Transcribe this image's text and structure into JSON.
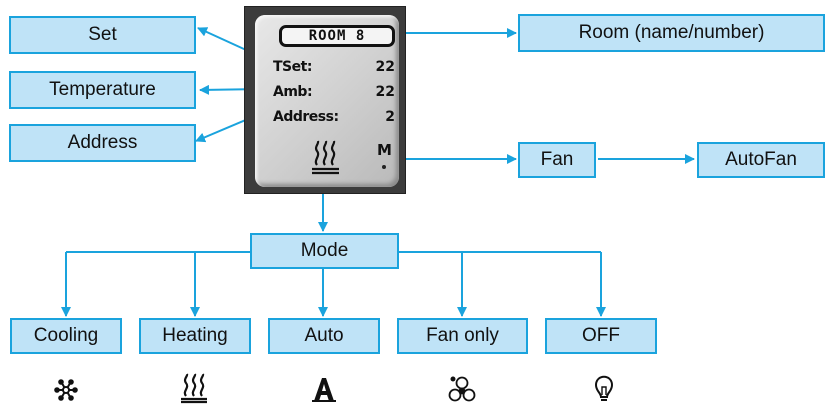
{
  "device": {
    "room_label": "ROOM 8",
    "rows": [
      {
        "key": "TSet:",
        "value": "22"
      },
      {
        "key": "Amb:",
        "value": "22"
      },
      {
        "key": "Address:",
        "value": "2"
      }
    ],
    "fan_indicator": "M",
    "mode_icon": "heating-icon"
  },
  "labels": {
    "set": "Set",
    "temperature": "Temperature",
    "address": "Address",
    "room": "Room (name/number)",
    "fan": "Fan",
    "autofan": "AutoFan",
    "mode": "Mode"
  },
  "modes": [
    {
      "label": "Cooling",
      "icon": "snowflake-icon"
    },
    {
      "label": "Heating",
      "icon": "heating-icon"
    },
    {
      "label": "Auto",
      "icon": "auto-icon"
    },
    {
      "label": "Fan only",
      "icon": "fan-icon"
    },
    {
      "label": "OFF",
      "icon": "bulb-icon"
    }
  ],
  "colors": {
    "box_fill": "#bfe3f7",
    "box_border": "#1aa3dd",
    "arrow": "#1aa3dd",
    "device_frame": "#3c3c3c"
  }
}
